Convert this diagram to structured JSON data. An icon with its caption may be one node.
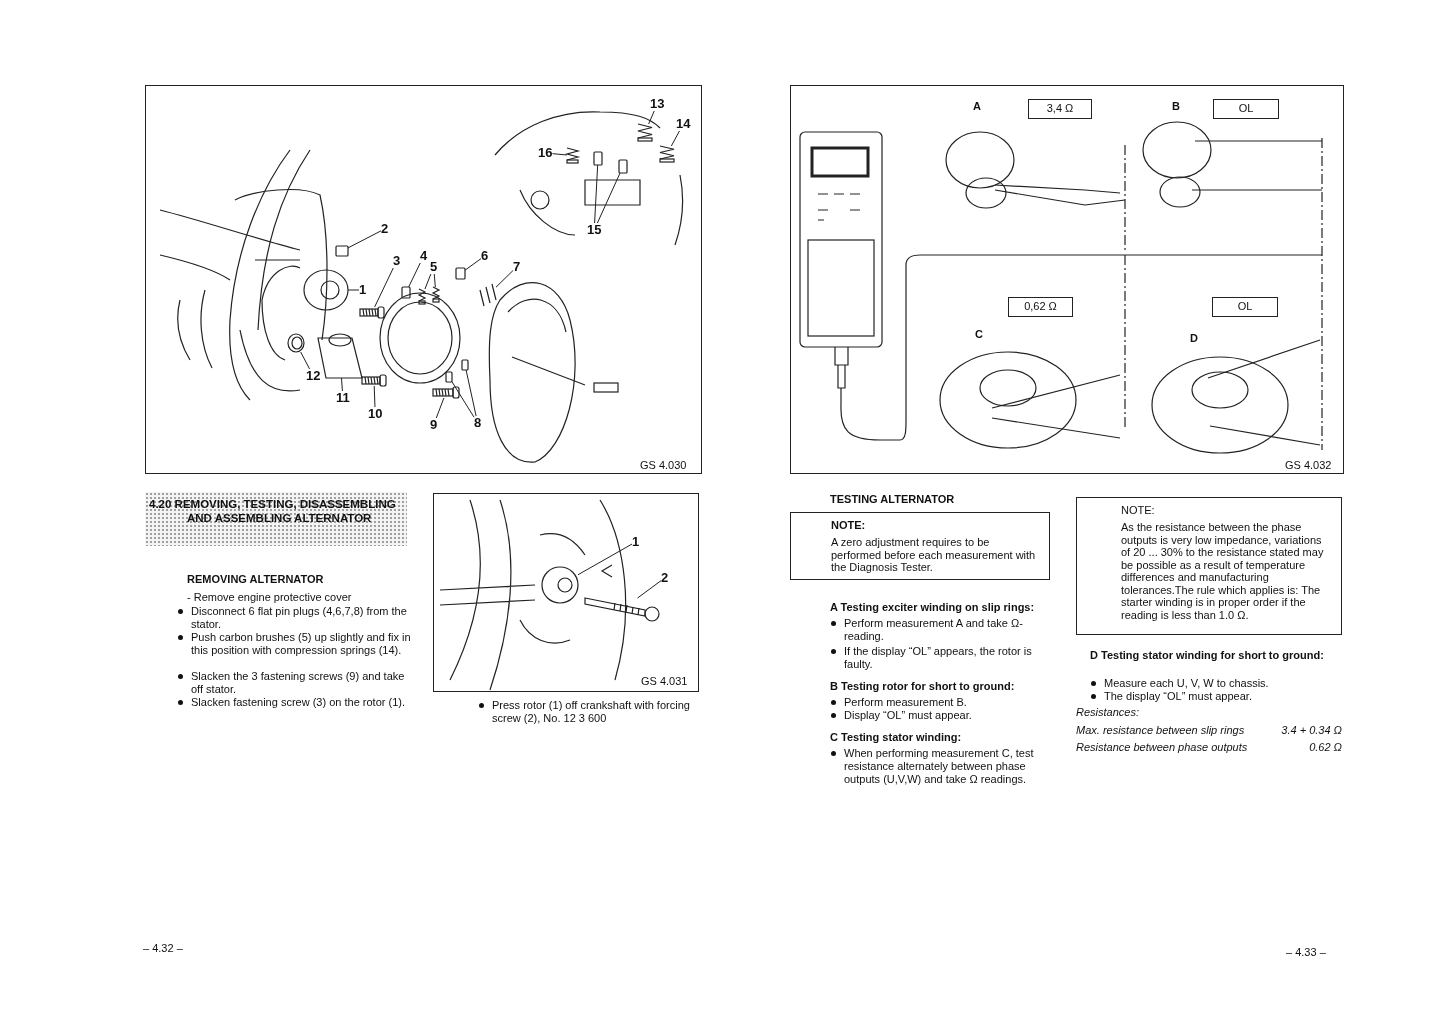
{
  "diagram": {
    "title": "4.20 REMOVING, TESTING, DISASSEMBLING AND ASSEMBLING ALTERNATOR",
    "nodes": [
      {
        "text": [
          "1"
        ]
      },
      {
        "text": [
          "2"
        ]
      },
      {
        "text": [
          "3"
        ]
      },
      {
        "text": [
          "4"
        ]
      },
      {
        "text": [
          "5"
        ]
      },
      {
        "text": [
          "6"
        ]
      },
      {
        "text": [
          "7"
        ]
      },
      {
        "text": [
          "8"
        ]
      },
      {
        "text": [
          "9"
        ]
      },
      {
        "text": [
          "10"
        ]
      },
      {
        "text": [
          "11"
        ]
      },
      {
        "text": [
          "12"
        ]
      },
      {
        "text": [
          "13"
        ]
      },
      {
        "text": [
          "14"
        ]
      },
      {
        "text": [
          "15"
        ]
      },
      {
        "text": [
          "16"
        ]
      },
      {
        "text": [
          "3,4 Ω"
        ]
      },
      {
        "text": [
          "OL"
        ]
      },
      {
        "text": [
          "0,62 Ω"
        ]
      },
      {
        "text": [
          "OL"
        ]
      },
      {
        "text": [
          "1"
        ]
      },
      {
        "text": [
          "2"
        ]
      },
      {
        "text": [
          "NOTE:",
          "A zero adjustment requires to be performed before each measurement with the Diagnosis Tester."
        ]
      },
      {
        "text": [
          "NOTE:",
          "As the resistance between the phase outputs is very low impedance, variations of 20 ... 30% to the resistance stated may be possible as a result of temperature differences and manufacturing tolerances.The rule which applies is: The starter winding is in proper order if the reading is less than 1.0 Ω."
        ]
      },
      {
        "text": [],
        "shape": "picture"
      },
      {
        "text": [],
        "shape": "box"
      },
      {
        "text": [],
        "shape": "picture"
      },
      {
        "text": [],
        "shape": "box"
      },
      {
        "text": [],
        "shape": "picture"
      },
      {
        "text": [],
        "shape": "picture"
      },
      {
        "text": [],
        "shape": "box"
      },
      {
        "text": [],
        "shape": "picture"
      },
      {
        "text": [],
        "shape": "box"
      },
      {
        "text": [],
        "shape": "box"
      },
      {
        "text": [],
        "shape": "picture"
      },
      {
        "text": [],
        "shape": "picture"
      },
      {
        "text": [],
        "shape": "picture"
      },
      {
        "text": [],
        "shape": "picture"
      },
      {
        "text": [],
        "shape": "picture"
      },
      {
        "text": [],
        "shape": "picture"
      },
      {
        "text": [],
        "shape": "box"
      },
      {
        "text": [],
        "shape": "box"
      },
      {
        "text": [],
        "shape": "picture"
      },
      {
        "text": [],
        "shape": "picture"
      },
      {
        "text": [],
        "shape": "picture"
      }
    ],
    "edges": [
      {
        "from": 0,
        "to": 24,
        "arrow": "none"
      },
      {
        "from": 1,
        "to": 25,
        "arrow": "none"
      },
      {
        "from": 2,
        "to": 26,
        "arrow": "none"
      },
      {
        "from": 3,
        "to": 27,
        "arrow": "none"
      },
      {
        "from": 4,
        "to": 28,
        "arrow": "none"
      },
      {
        "from": 4,
        "to": 29,
        "arrow": "none"
      },
      {
        "from": 5,
        "to": 30,
        "arrow": "none"
      },
      {
        "from": 6,
        "to": 31,
        "arrow": "none"
      },
      {
        "from": 7,
        "to": 32,
        "arrow": "none"
      },
      {
        "from": 7,
        "to": 33,
        "arrow": "none"
      },
      {
        "from": 8,
        "to": 34,
        "arrow": "none"
      },
      {
        "from": 9,
        "to": 35,
        "arrow": "none"
      },
      {
        "from": 10,
        "to": 36,
        "arrow": "none"
      },
      {
        "from": 11,
        "to": 37,
        "arrow": "none"
      },
      {
        "from": 12,
        "to": 38,
        "arrow": "none"
      },
      {
        "from": 13,
        "to": 39,
        "arrow": "none"
      },
      {
        "from": 14,
        "to": 40,
        "arrow": "none"
      },
      {
        "from": 14,
        "to": 41,
        "arrow": "none"
      },
      {
        "from": 15,
        "to": 42,
        "arrow": "none"
      },
      {
        "from": 20,
        "to": 43,
        "arrow": "none"
      },
      {
        "from": 21,
        "to": 44,
        "arrow": "none"
      }
    ],
    "labels": [
      "GS 4.030",
      "A",
      "B",
      "C",
      "D",
      "GS 4.032",
      "REMOVING ALTERNATOR",
      "- Remove engine protective cover",
      "Disconnect 6 flat pin plugs (4,6,7,8) from the stator.",
      "Push carbon brushes (5) up slightly and fix in this position with compression springs (14).",
      "Slacken the 3 fastening screws (9) and take off stator.",
      "Slacken fastening screw (3) on the rotor (1).",
      "GS 4.031",
      "Press rotor (1) off crankshaft with forcing screw (2), No. 12 3 600",
      "TESTING ALTERNATOR",
      "A Testing exciter winding on slip rings:",
      "Perform measurement A and take Ω-reading.",
      "If the display “OL” appears, the rotor is faulty.",
      "B Testing rotor for short to ground:",
      "Perform measurement B.",
      "Display “OL” must appear.",
      "C Testing stator winding:",
      "When performing measurement C, test resistance alternately between phase outputs (U,V,W) and take Ω readings.",
      "D Testing stator winding for short to ground:",
      "Measure each U, V, W to chassis.",
      "The display “OL” must appear.",
      "Resistances:",
      "Max. resistance between slip rings",
      "3.4 + 0.34 Ω",
      "Resistance between phase outputs",
      "0.62 Ω",
      "– 4.32 –",
      "– 4.33 –"
    ]
  }
}
